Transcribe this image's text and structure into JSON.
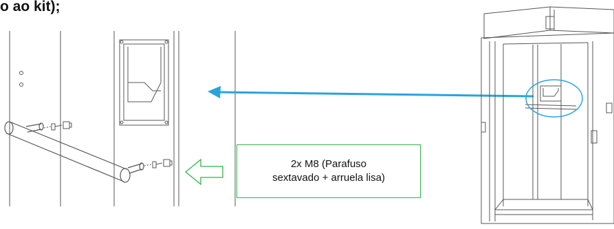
{
  "heading": "o ao kit);",
  "callout": {
    "line1": "2x M8 (Parafuso",
    "line2": "sextavado +  arruela lisa)"
  },
  "colors": {
    "pointer_arrow": "#29a3dc",
    "callout_border": "#2fb34a",
    "line_art": "#555555",
    "highlight_ellipse": "#29a3dc"
  },
  "icons": {
    "pointer_arrow": "arrow-left-blue",
    "callout_arrow": "arrow-left-green-outline",
    "highlight": "ellipse-outline"
  }
}
